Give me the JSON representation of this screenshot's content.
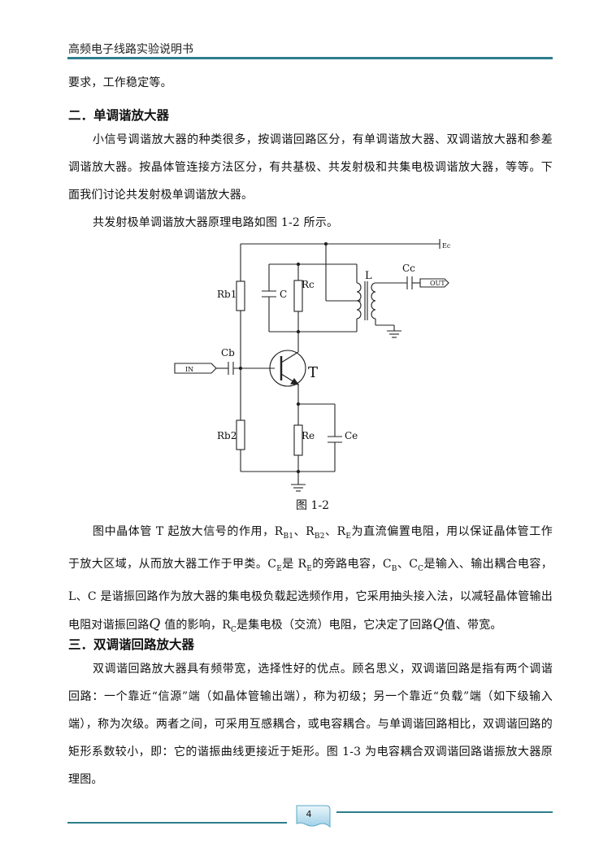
{
  "header": {
    "title": "高频电子线路实验说明书"
  },
  "para0": "要求，工作稳定等。",
  "section2": {
    "heading": "二．单调谐放大器",
    "p1": "小信号调谐放大器的种类很多，按调谐回路区分，有单调谐放大器、双调谐放大器和参差调谐放大器。按晶体管连接方法区分，有共基极、共发射极和共集电极调谐放大器，等等。下面我们讨论共发射极单调谐放大器。",
    "p2": "共发射极单调谐放大器原理电路如图 1-2 所示。"
  },
  "circuit": {
    "ec": "Ec",
    "cc": "Cc",
    "out": "OUT",
    "l": "L",
    "rb1": "Rb1",
    "c": "C",
    "rc": "Rc",
    "cb": "Cb",
    "in": "IN",
    "t": "T",
    "rb2": "Rb2",
    "re": "Re",
    "ce": "Ce"
  },
  "figure_caption": "图 1-2",
  "desc": {
    "s1": "图中晶体管 T 起放大信号的作用，R",
    "b1": "B1",
    "s2": "、R",
    "b2": "B2",
    "s3": "、R",
    "e1": "E",
    "s4": "为直流偏置电阻，用以保证晶体管工作于放大区域，从而放大器工作于甲类。C",
    "e2": "E",
    "s5": "是 R",
    "e3": "E",
    "s6": "的旁路电容，C",
    "b3": "B",
    "s7": "、C",
    "c1": "C",
    "s8": "是输入、输出耦合电容，L、C 是谐振回路作为放大器的集电极负载起选频作用，它采用抽头接入法，以减轻晶体管输出电阻对谐振回路",
    "q1": "Q",
    "s9": " 值的影响，R",
    "c2": "C",
    "s10": "是集电极（交流）电阻，它决定了回路",
    "q2": "Q",
    "s11": "值、带宽。"
  },
  "section3": {
    "heading": "三．双调谐回路放大器",
    "p1": "双调谐回路放大器具有频带宽，选择性好的优点。顾名思义，双调谐回路是指有两个调谐回路：一个靠近“信源”端（如晶体管输出端），称为初级；另一个靠近“负载”端（如下级输入端），称为次级。两者之间，可采用互感耦合，或电容耦合。与单调谐回路相比，双调谐回路的矩形系数较小，即：它的谐振曲线更接近于矩形。图 1-3 为电容耦合双调谐回路谐振放大器原理图。"
  },
  "footer": {
    "page_number": "4"
  }
}
